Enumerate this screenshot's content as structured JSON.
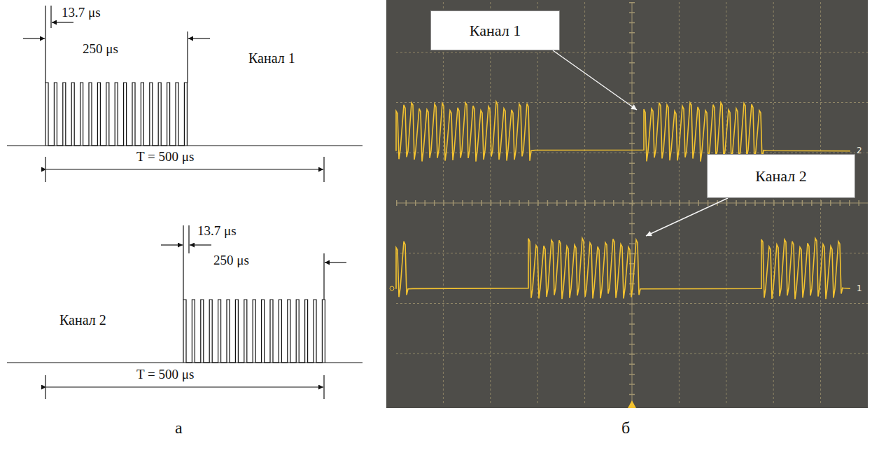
{
  "diagram": {
    "nodes": [
      {
        "text": [
          "Канал 1"
        ]
      },
      {
        "text": [
          "Канал 2"
        ]
      }
    ],
    "labels": [
      "13.7 μs",
      "250 μs",
      "Канал 1",
      "T = 500 μs",
      "13.7 μs",
      "250 μs",
      "Канал 2",
      "T = 500 μs",
      "2",
      "1",
      "а",
      "б"
    ]
  }
}
